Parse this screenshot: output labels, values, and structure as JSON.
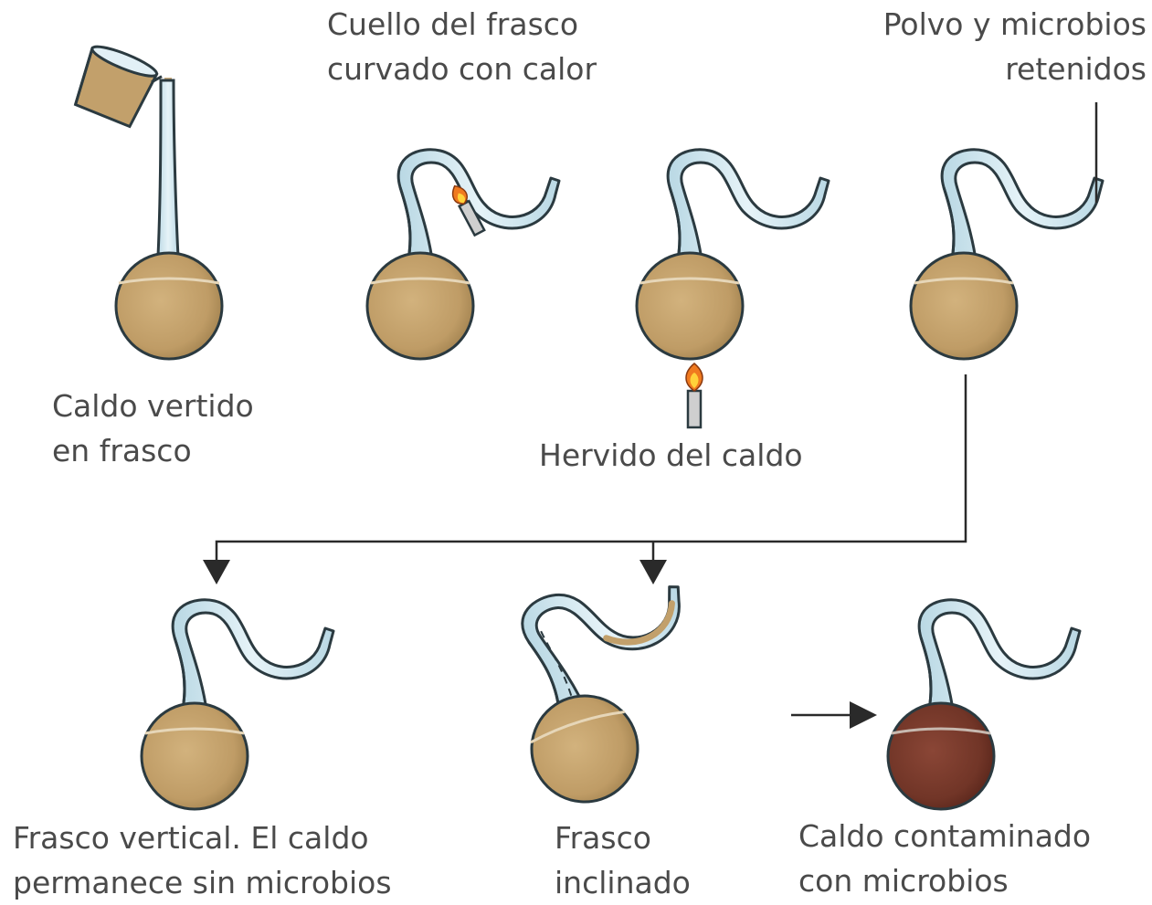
{
  "colors": {
    "broth": "#c2a06b",
    "broth_shadow": "#a3834f",
    "contaminated": "#74382a",
    "glass": "#cfe6ef",
    "glass_outline": "#2b3a40",
    "arrow": "#2a2a2a",
    "flame_outer": "#f07a1f",
    "flame_inner": "#ffd23a",
    "text": "#4a4a4a"
  },
  "icons": [
    "beaker-icon",
    "swan-neck-flask-icon",
    "burner-icon",
    "flame-icon",
    "arrow-icon"
  ],
  "steps": {
    "pour": {
      "line1": "Caldo vertido",
      "line2": "en frasco"
    },
    "bend": {
      "line1": "Cuello del frasco",
      "line2": "curvado con calor"
    },
    "boil": {
      "line1": "Hervido del caldo"
    },
    "trap": {
      "line1": "Polvo y microbios",
      "line2": "retenidos"
    },
    "upright": {
      "line1": "Frasco vertical. El caldo",
      "line2": "permanece sin microbios"
    },
    "tilted": {
      "line1": "Frasco",
      "line2": "inclinado"
    },
    "contaminated": {
      "line1": "Caldo contaminado",
      "line2": "con microbios"
    }
  }
}
